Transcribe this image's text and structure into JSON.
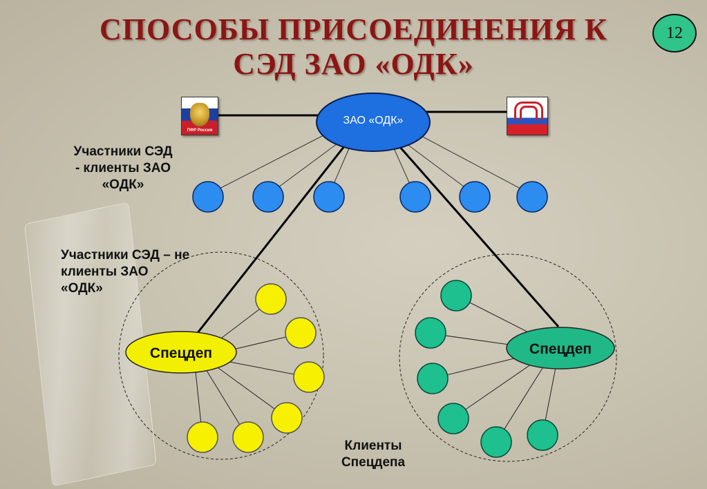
{
  "title_line1": "СПОСОБЫ ПРИСОЕДИНЕНИЯ К",
  "title_line2": "СЭД ЗАО «ОДК»",
  "page_number": "12",
  "hub_label": "ЗАО «ОДК»",
  "participants_clients": {
    "line1": "Участники СЭД",
    "line2": "- клиенты ЗАО",
    "line3": "«ОДК»"
  },
  "participants_nonclients": {
    "line1": "Участники СЭД – не",
    "line2": "клиенты ЗАО",
    "line3": "«ОДК»"
  },
  "specdep_left_label": "Спецдеп",
  "specdep_right_label": "Спецдеп",
  "specdep_clients": {
    "line1": "Клиенты",
    "line2": "Спецдепа"
  },
  "logo_left_caption": "ПФР Россия",
  "logo_left_icon": "russian-coat-of-arms-icon",
  "logo_right_icon": "pension-fund-logo-icon",
  "colors": {
    "title": "#8c1515",
    "hub": "#1e6fe0",
    "client_nodes": "#2c8cf0",
    "specdep_left": "#f2f000",
    "specdep_right": "#1fb886",
    "yellow_nodes": "#f7f000",
    "green_nodes": "#1dc08e",
    "page_badge": "#2fc48a"
  }
}
